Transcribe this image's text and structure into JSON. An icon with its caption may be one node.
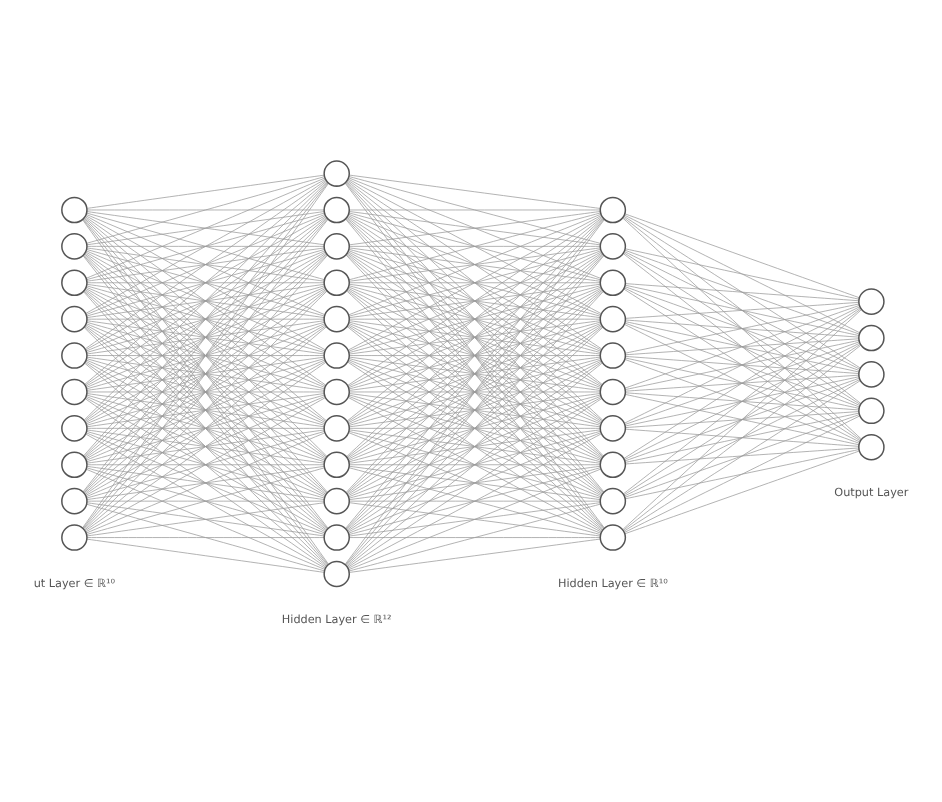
{
  "diagram": {
    "nodes": [
      {
        "text": [],
        "shape": "circle"
      },
      {
        "text": [],
        "shape": "circle"
      },
      {
        "text": [],
        "shape": "circle"
      },
      {
        "text": [],
        "shape": "circle"
      },
      {
        "text": [],
        "shape": "circle"
      },
      {
        "text": [],
        "shape": "circle"
      },
      {
        "text": [],
        "shape": "circle"
      },
      {
        "text": [],
        "shape": "circle"
      },
      {
        "text": [],
        "shape": "circle"
      },
      {
        "text": [],
        "shape": "circle"
      },
      {
        "text": [],
        "shape": "circle"
      },
      {
        "text": [],
        "shape": "circle"
      },
      {
        "text": [],
        "shape": "circle"
      },
      {
        "text": [],
        "shape": "circle"
      },
      {
        "text": [],
        "shape": "circle"
      },
      {
        "text": [],
        "shape": "circle"
      },
      {
        "text": [],
        "shape": "circle"
      },
      {
        "text": [],
        "shape": "circle"
      },
      {
        "text": [],
        "shape": "circle"
      },
      {
        "text": [],
        "shape": "circle"
      },
      {
        "text": [],
        "shape": "circle"
      },
      {
        "text": [],
        "shape": "circle"
      },
      {
        "text": [],
        "shape": "circle"
      },
      {
        "text": [],
        "shape": "circle"
      },
      {
        "text": [],
        "shape": "circle"
      },
      {
        "text": [],
        "shape": "circle"
      },
      {
        "text": [],
        "shape": "circle"
      },
      {
        "text": [],
        "shape": "circle"
      },
      {
        "text": [],
        "shape": "circle"
      },
      {
        "text": [],
        "shape": "circle"
      },
      {
        "text": [],
        "shape": "circle"
      },
      {
        "text": [],
        "shape": "circle"
      },
      {
        "text": [],
        "shape": "circle"
      },
      {
        "text": [],
        "shape": "circle"
      },
      {
        "text": [],
        "shape": "circle"
      },
      {
        "text": [],
        "shape": "circle"
      },
      {
        "text": [],
        "shape": "circle"
      }
    ],
    "edges": [
      {
        "from": 0,
        "to": 10,
        "arrow": "none"
      },
      {
        "from": 0,
        "to": 11,
        "arrow": "none"
      },
      {
        "from": 0,
        "to": 12,
        "arrow": "none"
      },
      {
        "from": 0,
        "to": 13,
        "arrow": "none"
      },
      {
        "from": 0,
        "to": 14,
        "arrow": "none"
      },
      {
        "from": 0,
        "to": 15,
        "arrow": "none"
      },
      {
        "from": 0,
        "to": 16,
        "arrow": "none"
      },
      {
        "from": 0,
        "to": 17,
        "arrow": "none"
      },
      {
        "from": 0,
        "to": 18,
        "arrow": "none"
      },
      {
        "from": 0,
        "to": 19,
        "arrow": "none"
      },
      {
        "from": 0,
        "to": 20,
        "arrow": "none"
      },
      {
        "from": 0,
        "to": 21,
        "arrow": "none"
      },
      {
        "from": 1,
        "to": 10,
        "arrow": "none"
      },
      {
        "from": 1,
        "to": 11,
        "arrow": "none"
      },
      {
        "from": 1,
        "to": 12,
        "arrow": "none"
      },
      {
        "from": 1,
        "to": 13,
        "arrow": "none"
      },
      {
        "from": 1,
        "to": 14,
        "arrow": "none"
      },
      {
        "from": 1,
        "to": 15,
        "arrow": "none"
      },
      {
        "from": 1,
        "to": 16,
        "arrow": "none"
      },
      {
        "from": 1,
        "to": 17,
        "arrow": "none"
      },
      {
        "from": 1,
        "to": 18,
        "arrow": "none"
      },
      {
        "from": 1,
        "to": 19,
        "arrow": "none"
      },
      {
        "from": 1,
        "to": 20,
        "arrow": "none"
      },
      {
        "from": 1,
        "to": 21,
        "arrow": "none"
      },
      {
        "from": 2,
        "to": 10,
        "arrow": "none"
      },
      {
        "from": 2,
        "to": 11,
        "arrow": "none"
      },
      {
        "from": 2,
        "to": 12,
        "arrow": "none"
      },
      {
        "from": 2,
        "to": 13,
        "arrow": "none"
      },
      {
        "from": 2,
        "to": 14,
        "arrow": "none"
      },
      {
        "from": 2,
        "to": 15,
        "arrow": "none"
      },
      {
        "from": 2,
        "to": 16,
        "arrow": "none"
      },
      {
        "from": 2,
        "to": 17,
        "arrow": "none"
      },
      {
        "from": 2,
        "to": 18,
        "arrow": "none"
      },
      {
        "from": 2,
        "to": 19,
        "arrow": "none"
      },
      {
        "from": 2,
        "to": 20,
        "arrow": "none"
      },
      {
        "from": 2,
        "to": 21,
        "arrow": "none"
      },
      {
        "from": 3,
        "to": 10,
        "arrow": "none"
      },
      {
        "from": 3,
        "to": 11,
        "arrow": "none"
      },
      {
        "from": 3,
        "to": 12,
        "arrow": "none"
      },
      {
        "from": 3,
        "to": 13,
        "arrow": "none"
      },
      {
        "from": 3,
        "to": 14,
        "arrow": "none"
      },
      {
        "from": 3,
        "to": 15,
        "arrow": "none"
      },
      {
        "from": 3,
        "to": 16,
        "arrow": "none"
      },
      {
        "from": 3,
        "to": 17,
        "arrow": "none"
      },
      {
        "from": 3,
        "to": 18,
        "arrow": "none"
      },
      {
        "from": 3,
        "to": 19,
        "arrow": "none"
      },
      {
        "from": 3,
        "to": 20,
        "arrow": "none"
      },
      {
        "from": 3,
        "to": 21,
        "arrow": "none"
      },
      {
        "from": 4,
        "to": 10,
        "arrow": "none"
      },
      {
        "from": 4,
        "to": 11,
        "arrow": "none"
      },
      {
        "from": 4,
        "to": 12,
        "arrow": "none"
      },
      {
        "from": 4,
        "to": 13,
        "arrow": "none"
      },
      {
        "from": 4,
        "to": 14,
        "arrow": "none"
      },
      {
        "from": 4,
        "to": 15,
        "arrow": "none"
      },
      {
        "from": 4,
        "to": 16,
        "arrow": "none"
      },
      {
        "from": 4,
        "to": 17,
        "arrow": "none"
      },
      {
        "from": 4,
        "to": 18,
        "arrow": "none"
      },
      {
        "from": 4,
        "to": 19,
        "arrow": "none"
      },
      {
        "from": 4,
        "to": 20,
        "arrow": "none"
      },
      {
        "from": 4,
        "to": 21,
        "arrow": "none"
      },
      {
        "from": 5,
        "to": 10,
        "arrow": "none"
      },
      {
        "from": 5,
        "to": 11,
        "arrow": "none"
      },
      {
        "from": 5,
        "to": 12,
        "arrow": "none"
      },
      {
        "from": 5,
        "to": 13,
        "arrow": "none"
      },
      {
        "from": 5,
        "to": 14,
        "arrow": "none"
      },
      {
        "from": 5,
        "to": 15,
        "arrow": "none"
      },
      {
        "from": 5,
        "to": 16,
        "arrow": "none"
      },
      {
        "from": 5,
        "to": 17,
        "arrow": "none"
      },
      {
        "from": 5,
        "to": 18,
        "arrow": "none"
      },
      {
        "from": 5,
        "to": 19,
        "arrow": "none"
      },
      {
        "from": 5,
        "to": 20,
        "arrow": "none"
      },
      {
        "from": 5,
        "to": 21,
        "arrow": "none"
      },
      {
        "from": 6,
        "to": 10,
        "arrow": "none"
      },
      {
        "from": 6,
        "to": 11,
        "arrow": "none"
      },
      {
        "from": 6,
        "to": 12,
        "arrow": "none"
      },
      {
        "from": 6,
        "to": 13,
        "arrow": "none"
      },
      {
        "from": 6,
        "to": 14,
        "arrow": "none"
      },
      {
        "from": 6,
        "to": 15,
        "arrow": "none"
      },
      {
        "from": 6,
        "to": 16,
        "arrow": "none"
      },
      {
        "from": 6,
        "to": 17,
        "arrow": "none"
      },
      {
        "from": 6,
        "to": 18,
        "arrow": "none"
      },
      {
        "from": 6,
        "to": 19,
        "arrow": "none"
      },
      {
        "from": 6,
        "to": 20,
        "arrow": "none"
      },
      {
        "from": 6,
        "to": 21,
        "arrow": "none"
      },
      {
        "from": 7,
        "to": 10,
        "arrow": "none"
      },
      {
        "from": 7,
        "to": 11,
        "arrow": "none"
      },
      {
        "from": 7,
        "to": 12,
        "arrow": "none"
      },
      {
        "from": 7,
        "to": 13,
        "arrow": "none"
      },
      {
        "from": 7,
        "to": 14,
        "arrow": "none"
      },
      {
        "from": 7,
        "to": 15,
        "arrow": "none"
      },
      {
        "from": 7,
        "to": 16,
        "arrow": "none"
      },
      {
        "from": 7,
        "to": 17,
        "arrow": "none"
      },
      {
        "from": 7,
        "to": 18,
        "arrow": "none"
      },
      {
        "from": 7,
        "to": 19,
        "arrow": "none"
      },
      {
        "from": 7,
        "to": 20,
        "arrow": "none"
      },
      {
        "from": 7,
        "to": 21,
        "arrow": "none"
      },
      {
        "from": 8,
        "to": 10,
        "arrow": "none"
      },
      {
        "from": 8,
        "to": 11,
        "arrow": "none"
      },
      {
        "from": 8,
        "to": 12,
        "arrow": "none"
      },
      {
        "from": 8,
        "to": 13,
        "arrow": "none"
      },
      {
        "from": 8,
        "to": 14,
        "arrow": "none"
      },
      {
        "from": 8,
        "to": 15,
        "arrow": "none"
      },
      {
        "from": 8,
        "to": 16,
        "arrow": "none"
      },
      {
        "from": 8,
        "to": 17,
        "arrow": "none"
      },
      {
        "from": 8,
        "to": 18,
        "arrow": "none"
      },
      {
        "from": 8,
        "to": 19,
        "arrow": "none"
      },
      {
        "from": 8,
        "to": 20,
        "arrow": "none"
      },
      {
        "from": 8,
        "to": 21,
        "arrow": "none"
      },
      {
        "from": 9,
        "to": 10,
        "arrow": "none"
      },
      {
        "from": 9,
        "to": 11,
        "arrow": "none"
      },
      {
        "from": 9,
        "to": 12,
        "arrow": "none"
      },
      {
        "from": 9,
        "to": 13,
        "arrow": "none"
      },
      {
        "from": 9,
        "to": 14,
        "arrow": "none"
      },
      {
        "from": 9,
        "to": 15,
        "arrow": "none"
      },
      {
        "from": 9,
        "to": 16,
        "arrow": "none"
      },
      {
        "from": 9,
        "to": 17,
        "arrow": "none"
      },
      {
        "from": 9,
        "to": 18,
        "arrow": "none"
      },
      {
        "from": 9,
        "to": 19,
        "arrow": "none"
      },
      {
        "from": 9,
        "to": 20,
        "arrow": "none"
      },
      {
        "from": 9,
        "to": 21,
        "arrow": "none"
      },
      {
        "from": 10,
        "to": 22,
        "arrow": "none"
      },
      {
        "from": 10,
        "to": 23,
        "arrow": "none"
      },
      {
        "from": 10,
        "to": 24,
        "arrow": "none"
      },
      {
        "from": 10,
        "to": 25,
        "arrow": "none"
      },
      {
        "from": 10,
        "to": 26,
        "arrow": "none"
      },
      {
        "from": 10,
        "to": 27,
        "arrow": "none"
      },
      {
        "from": 10,
        "to": 28,
        "arrow": "none"
      },
      {
        "from": 10,
        "to": 29,
        "arrow": "none"
      },
      {
        "from": 10,
        "to": 30,
        "arrow": "none"
      },
      {
        "from": 10,
        "to": 31,
        "arrow": "none"
      },
      {
        "from": 11,
        "to": 22,
        "arrow": "none"
      },
      {
        "from": 11,
        "to": 23,
        "arrow": "none"
      },
      {
        "from": 11,
        "to": 24,
        "arrow": "none"
      },
      {
        "from": 11,
        "to": 25,
        "arrow": "none"
      },
      {
        "from": 11,
        "to": 26,
        "arrow": "none"
      },
      {
        "from": 11,
        "to": 27,
        "arrow": "none"
      },
      {
        "from": 11,
        "to": 28,
        "arrow": "none"
      },
      {
        "from": 11,
        "to": 29,
        "arrow": "none"
      },
      {
        "from": 11,
        "to": 30,
        "arrow": "none"
      },
      {
        "from": 11,
        "to": 31,
        "arrow": "none"
      },
      {
        "from": 12,
        "to": 22,
        "arrow": "none"
      },
      {
        "from": 12,
        "to": 23,
        "arrow": "none"
      },
      {
        "from": 12,
        "to": 24,
        "arrow": "none"
      },
      {
        "from": 12,
        "to": 25,
        "arrow": "none"
      },
      {
        "from": 12,
        "to": 26,
        "arrow": "none"
      },
      {
        "from": 12,
        "to": 27,
        "arrow": "none"
      },
      {
        "from": 12,
        "to": 28,
        "arrow": "none"
      },
      {
        "from": 12,
        "to": 29,
        "arrow": "none"
      },
      {
        "from": 12,
        "to": 30,
        "arrow": "none"
      },
      {
        "from": 12,
        "to": 31,
        "arrow": "none"
      },
      {
        "from": 13,
        "to": 22,
        "arrow": "none"
      },
      {
        "from": 13,
        "to": 23,
        "arrow": "none"
      },
      {
        "from": 13,
        "to": 24,
        "arrow": "none"
      },
      {
        "from": 13,
        "to": 25,
        "arrow": "none"
      },
      {
        "from": 13,
        "to": 26,
        "arrow": "none"
      },
      {
        "from": 13,
        "to": 27,
        "arrow": "none"
      },
      {
        "from": 13,
        "to": 28,
        "arrow": "none"
      },
      {
        "from": 13,
        "to": 29,
        "arrow": "none"
      },
      {
        "from": 13,
        "to": 30,
        "arrow": "none"
      },
      {
        "from": 13,
        "to": 31,
        "arrow": "none"
      },
      {
        "from": 14,
        "to": 22,
        "arrow": "none"
      },
      {
        "from": 14,
        "to": 23,
        "arrow": "none"
      },
      {
        "from": 14,
        "to": 24,
        "arrow": "none"
      },
      {
        "from": 14,
        "to": 25,
        "arrow": "none"
      },
      {
        "from": 14,
        "to": 26,
        "arrow": "none"
      },
      {
        "from": 14,
        "to": 27,
        "arrow": "none"
      },
      {
        "from": 14,
        "to": 28,
        "arrow": "none"
      },
      {
        "from": 14,
        "to": 29,
        "arrow": "none"
      },
      {
        "from": 14,
        "to": 30,
        "arrow": "none"
      },
      {
        "from": 14,
        "to": 31,
        "arrow": "none"
      },
      {
        "from": 15,
        "to": 22,
        "arrow": "none"
      },
      {
        "from": 15,
        "to": 23,
        "arrow": "none"
      },
      {
        "from": 15,
        "to": 24,
        "arrow": "none"
      },
      {
        "from": 15,
        "to": 25,
        "arrow": "none"
      },
      {
        "from": 15,
        "to": 26,
        "arrow": "none"
      },
      {
        "from": 15,
        "to": 27,
        "arrow": "none"
      },
      {
        "from": 15,
        "to": 28,
        "arrow": "none"
      },
      {
        "from": 15,
        "to": 29,
        "arrow": "none"
      },
      {
        "from": 15,
        "to": 30,
        "arrow": "none"
      },
      {
        "from": 15,
        "to": 31,
        "arrow": "none"
      },
      {
        "from": 16,
        "to": 22,
        "arrow": "none"
      },
      {
        "from": 16,
        "to": 23,
        "arrow": "none"
      },
      {
        "from": 16,
        "to": 24,
        "arrow": "none"
      },
      {
        "from": 16,
        "to": 25,
        "arrow": "none"
      },
      {
        "from": 16,
        "to": 26,
        "arrow": "none"
      },
      {
        "from": 16,
        "to": 27,
        "arrow": "none"
      },
      {
        "from": 16,
        "to": 28,
        "arrow": "none"
      },
      {
        "from": 16,
        "to": 29,
        "arrow": "none"
      },
      {
        "from": 16,
        "to": 30,
        "arrow": "none"
      },
      {
        "from": 16,
        "to": 31,
        "arrow": "none"
      },
      {
        "from": 17,
        "to": 22,
        "arrow": "none"
      },
      {
        "from": 17,
        "to": 23,
        "arrow": "none"
      },
      {
        "from": 17,
        "to": 24,
        "arrow": "none"
      },
      {
        "from": 17,
        "to": 25,
        "arrow": "none"
      },
      {
        "from": 17,
        "to": 26,
        "arrow": "none"
      },
      {
        "from": 17,
        "to": 27,
        "arrow": "none"
      },
      {
        "from": 17,
        "to": 28,
        "arrow": "none"
      },
      {
        "from": 17,
        "to": 29,
        "arrow": "none"
      },
      {
        "from": 17,
        "to": 30,
        "arrow": "none"
      },
      {
        "from": 17,
        "to": 31,
        "arrow": "none"
      },
      {
        "from": 18,
        "to": 22,
        "arrow": "none"
      },
      {
        "from": 18,
        "to": 23,
        "arrow": "none"
      },
      {
        "from": 18,
        "to": 24,
        "arrow": "none"
      },
      {
        "from": 18,
        "to": 25,
        "arrow": "none"
      },
      {
        "from": 18,
        "to": 26,
        "arrow": "none"
      },
      {
        "from": 18,
        "to": 27,
        "arrow": "none"
      },
      {
        "from": 18,
        "to": 28,
        "arrow": "none"
      },
      {
        "from": 18,
        "to": 29,
        "arrow": "none"
      },
      {
        "from": 18,
        "to": 30,
        "arrow": "none"
      },
      {
        "from": 18,
        "to": 31,
        "arrow": "none"
      },
      {
        "from": 19,
        "to": 22,
        "arrow": "none"
      },
      {
        "from": 19,
        "to": 23,
        "arrow": "none"
      },
      {
        "from": 19,
        "to": 24,
        "arrow": "none"
      },
      {
        "from": 19,
        "to": 25,
        "arrow": "none"
      },
      {
        "from": 19,
        "to": 26,
        "arrow": "none"
      },
      {
        "from": 19,
        "to": 27,
        "arrow": "none"
      },
      {
        "from": 19,
        "to": 28,
        "arrow": "none"
      },
      {
        "from": 19,
        "to": 29,
        "arrow": "none"
      },
      {
        "from": 19,
        "to": 30,
        "arrow": "none"
      },
      {
        "from": 19,
        "to": 31,
        "arrow": "none"
      },
      {
        "from": 20,
        "to": 22,
        "arrow": "none"
      },
      {
        "from": 20,
        "to": 23,
        "arrow": "none"
      },
      {
        "from": 20,
        "to": 24,
        "arrow": "none"
      },
      {
        "from": 20,
        "to": 25,
        "arrow": "none"
      },
      {
        "from": 20,
        "to": 26,
        "arrow": "none"
      },
      {
        "from": 20,
        "to": 27,
        "arrow": "none"
      },
      {
        "from": 20,
        "to": 28,
        "arrow": "none"
      },
      {
        "from": 20,
        "to": 29,
        "arrow": "none"
      },
      {
        "from": 20,
        "to": 30,
        "arrow": "none"
      },
      {
        "from": 20,
        "to": 31,
        "arrow": "none"
      },
      {
        "from": 21,
        "to": 22,
        "arrow": "none"
      },
      {
        "from": 21,
        "to": 23,
        "arrow": "none"
      },
      {
        "from": 21,
        "to": 24,
        "arrow": "none"
      },
      {
        "from": 21,
        "to": 25,
        "arrow": "none"
      },
      {
        "from": 21,
        "to": 26,
        "arrow": "none"
      },
      {
        "from": 21,
        "to": 27,
        "arrow": "none"
      },
      {
        "from": 21,
        "to": 28,
        "arrow": "none"
      },
      {
        "from": 21,
        "to": 29,
        "arrow": "none"
      },
      {
        "from": 21,
        "to": 30,
        "arrow": "none"
      },
      {
        "from": 21,
        "to": 31,
        "arrow": "none"
      },
      {
        "from": 22,
        "to": 32,
        "arrow": "none"
      },
      {
        "from": 22,
        "to": 33,
        "arrow": "none"
      },
      {
        "from": 22,
        "to": 34,
        "arrow": "none"
      },
      {
        "from": 22,
        "to": 35,
        "arrow": "none"
      },
      {
        "from": 22,
        "to": 36,
        "arrow": "none"
      },
      {
        "from": 23,
        "to": 32,
        "arrow": "none"
      },
      {
        "from": 23,
        "to": 33,
        "arrow": "none"
      },
      {
        "from": 23,
        "to": 34,
        "arrow": "none"
      },
      {
        "from": 23,
        "to": 35,
        "arrow": "none"
      },
      {
        "from": 23,
        "to": 36,
        "arrow": "none"
      },
      {
        "from": 24,
        "to": 32,
        "arrow": "none"
      },
      {
        "from": 24,
        "to": 33,
        "arrow": "none"
      },
      {
        "from": 24,
        "to": 34,
        "arrow": "none"
      },
      {
        "from": 24,
        "to": 35,
        "arrow": "none"
      },
      {
        "from": 24,
        "to": 36,
        "arrow": "none"
      },
      {
        "from": 25,
        "to": 32,
        "arrow": "none"
      },
      {
        "from": 25,
        "to": 33,
        "arrow": "none"
      },
      {
        "from": 25,
        "to": 34,
        "arrow": "none"
      },
      {
        "from": 25,
        "to": 35,
        "arrow": "none"
      },
      {
        "from": 25,
        "to": 36,
        "arrow": "none"
      },
      {
        "from": 26,
        "to": 32,
        "arrow": "none"
      },
      {
        "from": 26,
        "to": 33,
        "arrow": "none"
      },
      {
        "from": 26,
        "to": 34,
        "arrow": "none"
      },
      {
        "from": 26,
        "to": 35,
        "arrow": "none"
      },
      {
        "from": 26,
        "to": 36,
        "arrow": "none"
      },
      {
        "from": 27,
        "to": 32,
        "arrow": "none"
      },
      {
        "from": 27,
        "to": 33,
        "arrow": "none"
      },
      {
        "from": 27,
        "to": 34,
        "arrow": "none"
      },
      {
        "from": 27,
        "to": 35,
        "arrow": "none"
      },
      {
        "from": 27,
        "to": 36,
        "arrow": "none"
      },
      {
        "from": 28,
        "to": 32,
        "arrow": "none"
      },
      {
        "from": 28,
        "to": 33,
        "arrow": "none"
      },
      {
        "from": 28,
        "to": 34,
        "arrow": "none"
      },
      {
        "from": 28,
        "to": 35,
        "arrow": "none"
      },
      {
        "from": 28,
        "to": 36,
        "arrow": "none"
      },
      {
        "from": 29,
        "to": 32,
        "arrow": "none"
      },
      {
        "from": 29,
        "to": 33,
        "arrow": "none"
      },
      {
        "from": 29,
        "to": 34,
        "arrow": "none"
      },
      {
        "from": 29,
        "to": 35,
        "arrow": "none"
      },
      {
        "from": 29,
        "to": 36,
        "arrow": "none"
      },
      {
        "from": 30,
        "to": 32,
        "arrow": "none"
      },
      {
        "from": 30,
        "to": 33,
        "arrow": "none"
      },
      {
        "from": 30,
        "to": 34,
        "arrow": "none"
      },
      {
        "from": 30,
        "to": 35,
        "arrow": "none"
      },
      {
        "from": 30,
        "to": 36,
        "arrow": "none"
      },
      {
        "from": 31,
        "to": 32,
        "arrow": "none"
      },
      {
        "from": 31,
        "to": 33,
        "arrow": "none"
      },
      {
        "from": 31,
        "to": 34,
        "arrow": "none"
      },
      {
        "from": 31,
        "to": 35,
        "arrow": "none"
      },
      {
        "from": 31,
        "to": 36,
        "arrow": "none"
      }
    ],
    "labels": [
      "ut Layer ∈ ℝ¹⁰",
      "Hidden Layer ∈ ℝ¹²",
      "Hidden Layer ∈ ℝ¹⁰",
      "Output Layer"
    ]
  }
}
